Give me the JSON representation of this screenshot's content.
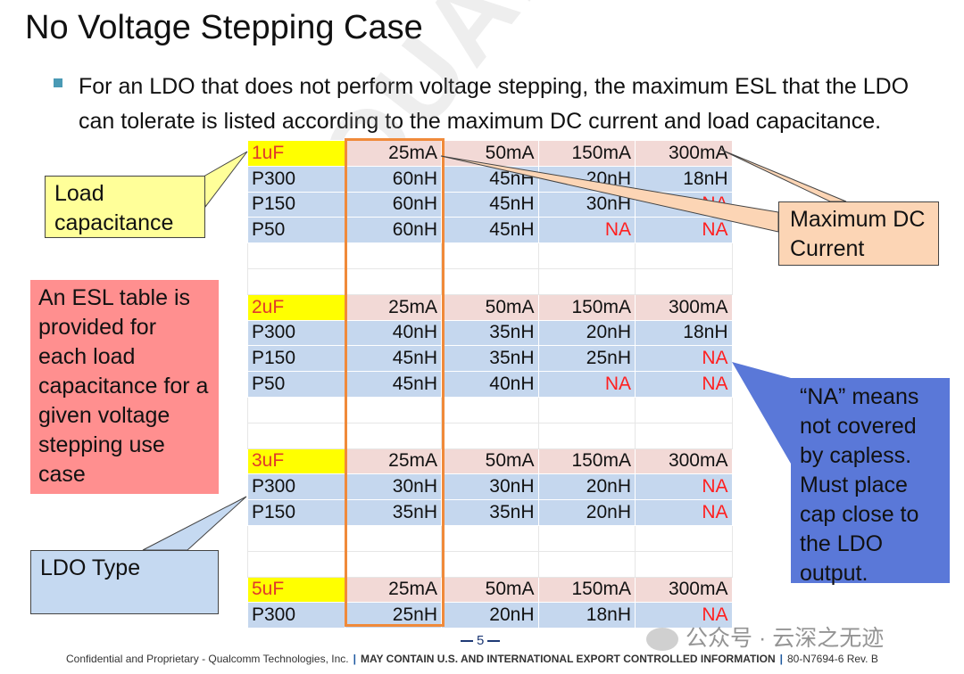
{
  "title": "No Voltage Stepping Case",
  "bullet": "For an LDO that does not perform voltage stepping, the maximum ESL that the LDO can tolerate is listed according to the maximum DC current  and load capacitance.",
  "watermark": "QUALCOMM",
  "callouts": {
    "load_capacitance": "Load capacitance",
    "max_dc_current": "Maximum DC Current",
    "esl_table_note": "An ESL table is provided for each load capacitance for a given voltage stepping use case",
    "ldo_type": "LDO Type",
    "na_note": "“NA” means not covered by capless. Must place cap close to the LDO output."
  },
  "colors": {
    "na_red": "#ff2020",
    "header_yellow": "#ffff00",
    "row_blue": "#c5d7ee",
    "header_pink": "#f2d9d6",
    "highlight_orange": "#f08a3a"
  },
  "tables": [
    {
      "cap": "1uF",
      "currents": [
        "25mA",
        "50mA",
        "150mA",
        "300mA"
      ],
      "rows": [
        {
          "ldo": "P300",
          "values": [
            "60nH",
            "45nH",
            "20nH",
            "18nH"
          ]
        },
        {
          "ldo": "P150",
          "values": [
            "60nH",
            "45nH",
            "30nH",
            "NA"
          ]
        },
        {
          "ldo": "P50",
          "values": [
            "60nH",
            "45nH",
            "NA",
            "NA"
          ]
        }
      ]
    },
    {
      "cap": "2uF",
      "currents": [
        "25mA",
        "50mA",
        "150mA",
        "300mA"
      ],
      "rows": [
        {
          "ldo": "P300",
          "values": [
            "40nH",
            "35nH",
            "20nH",
            "18nH"
          ]
        },
        {
          "ldo": "P150",
          "values": [
            "45nH",
            "35nH",
            "25nH",
            "NA"
          ]
        },
        {
          "ldo": "P50",
          "values": [
            "45nH",
            "40nH",
            "NA",
            "NA"
          ]
        }
      ]
    },
    {
      "cap": "3uF",
      "currents": [
        "25mA",
        "50mA",
        "150mA",
        "300mA"
      ],
      "rows": [
        {
          "ldo": "P300",
          "values": [
            "30nH",
            "30nH",
            "20nH",
            "NA"
          ]
        },
        {
          "ldo": "P150",
          "values": [
            "35nH",
            "35nH",
            "20nH",
            "NA"
          ]
        }
      ]
    },
    {
      "cap": "5uF",
      "currents": [
        "25mA",
        "50mA",
        "150mA",
        "300mA"
      ],
      "rows": [
        {
          "ldo": "P300",
          "values": [
            "25nH",
            "20nH",
            "18nH",
            "NA"
          ]
        }
      ]
    }
  ],
  "footer": {
    "page": "5",
    "left": "Confidential and Proprietary - Qualcomm Technologies, Inc.",
    "middle": "MAY CONTAIN U.S. AND INTERNATIONAL EXPORT CONTROLLED INFORMATION",
    "right": "80-N7694-6 Rev. B",
    "wechat": "公众号 · 云深之无迹"
  }
}
